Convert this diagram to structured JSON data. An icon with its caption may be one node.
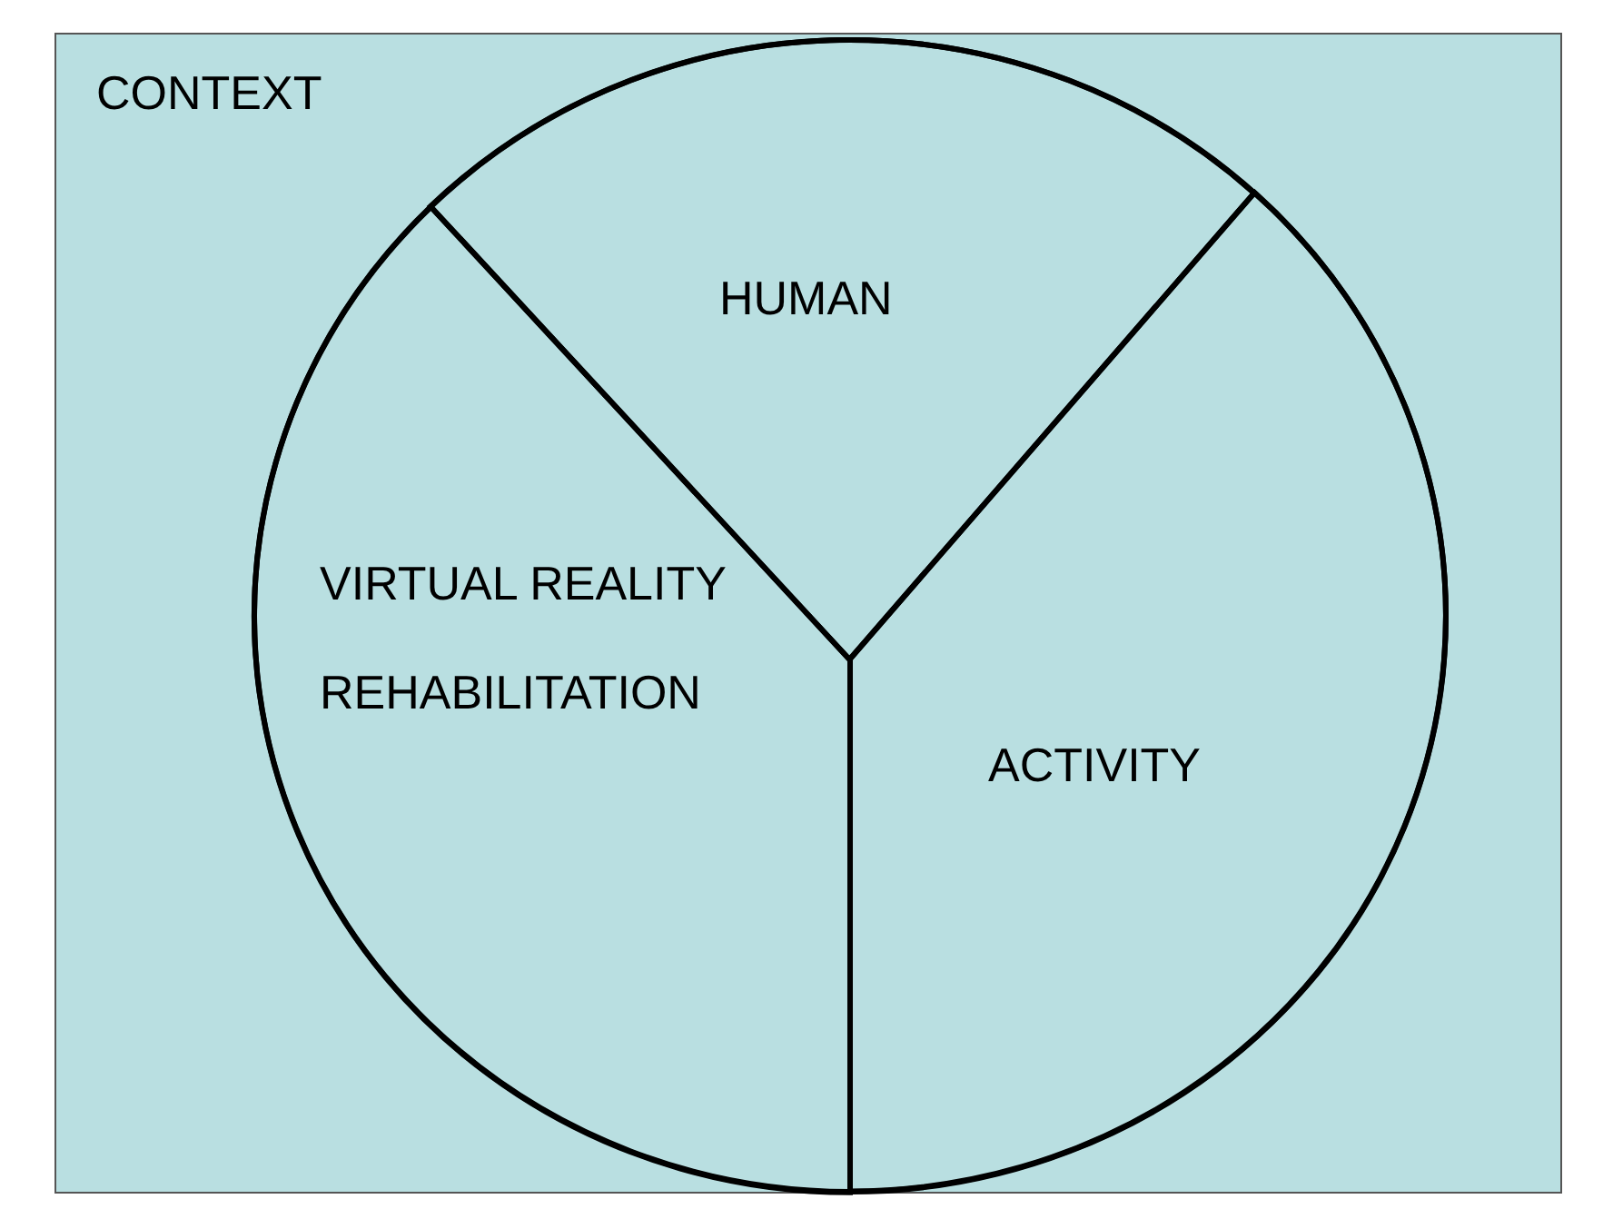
{
  "diagram": {
    "nodes": [
      {
        "text": [
          "CONTEXT"
        ]
      },
      {
        "text": [],
        "shape": "circle",
        "in": 0
      },
      {
        "text": [
          "HUMAN"
        ],
        "in": 1
      },
      {
        "text": [
          "VIRTUAL REALITY REHABILITATION"
        ],
        "in": 1
      },
      {
        "text": [
          "ACTIVITY"
        ],
        "in": 1
      }
    ]
  }
}
